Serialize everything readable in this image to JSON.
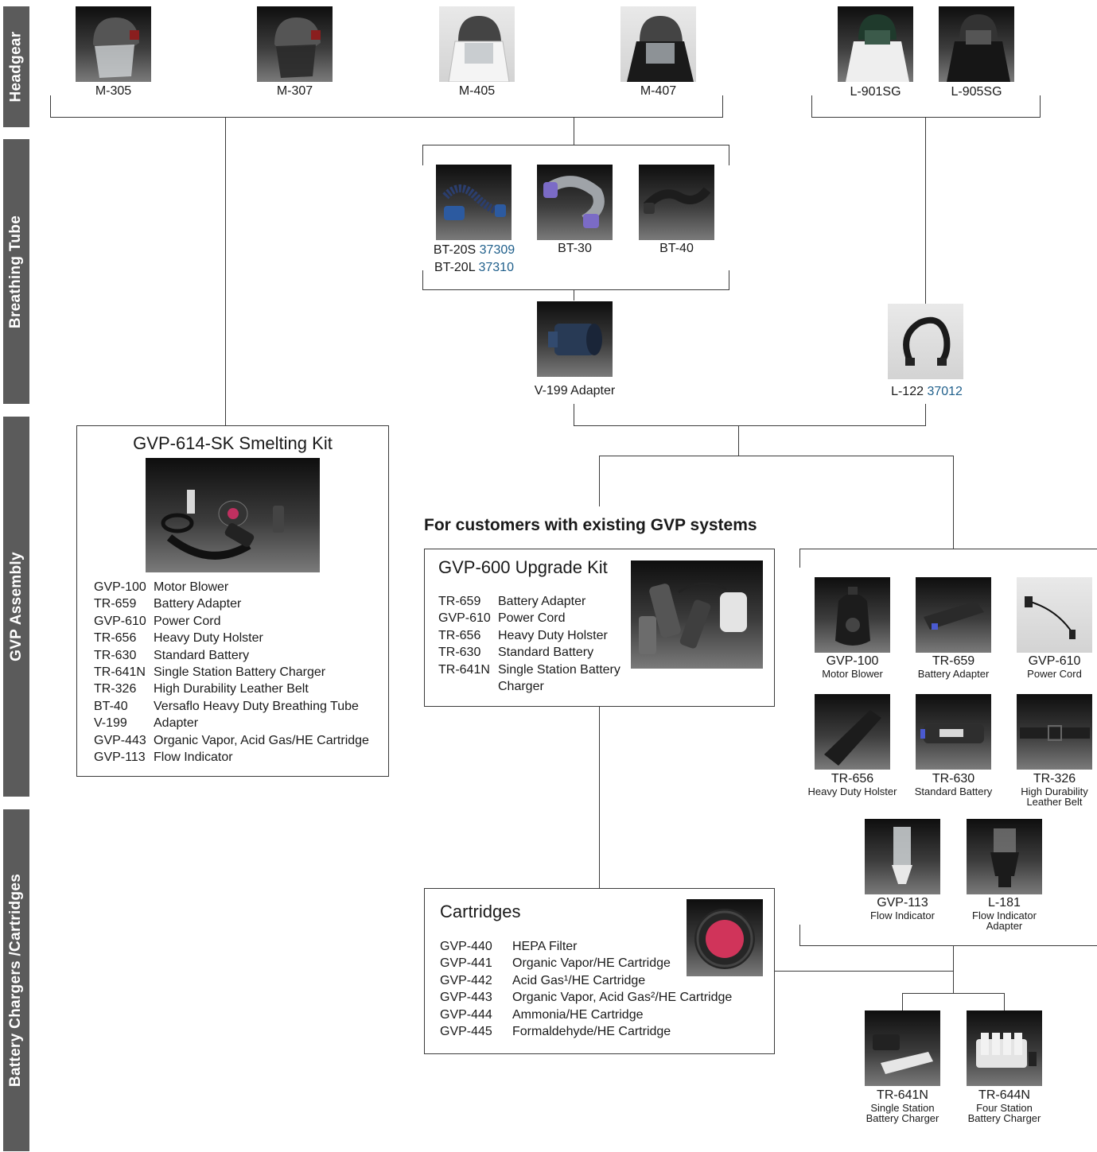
{
  "sections": [
    "Headgear",
    "Breathing Tube",
    "GVP Assembly",
    "Battery Chargers /Cartridges"
  ],
  "headgear": [
    {
      "label": "M-305",
      "icon": "helmet-clear-visor-icon"
    },
    {
      "label": "M-307",
      "icon": "helmet-dark-visor-icon"
    },
    {
      "label": "M-405",
      "icon": "helmet-white-shroud-icon"
    },
    {
      "label": "M-407",
      "icon": "helmet-black-shroud-icon"
    },
    {
      "label": "L-901SG",
      "icon": "hood-white-icon"
    },
    {
      "label": "L-905SG",
      "icon": "hood-black-icon"
    }
  ],
  "breathing_tubes": [
    {
      "label": "BT-20S",
      "number": "37309",
      "label2": "BT-20L",
      "number2": "37310",
      "icon": "blue-breathing-tube-icon"
    },
    {
      "label": "BT-30",
      "icon": "purple-breathing-tube-icon"
    },
    {
      "label": "BT-40",
      "icon": "black-breathing-tube-icon"
    }
  ],
  "adapter": {
    "label": "V-199 Adapter",
    "icon": "tube-adapter-icon"
  },
  "l122": {
    "label": "L-122",
    "number": "37012",
    "icon": "loose-tube-icon"
  },
  "smelting_kit": {
    "title": "GVP-614-SK Smelting Kit",
    "icon": "smelting-kit-components-icon",
    "items": [
      {
        "code": "GVP-100",
        "desc": "Motor Blower"
      },
      {
        "code": "TR-659",
        "desc": "Battery Adapter"
      },
      {
        "code": "GVP-610",
        "desc": "Power Cord"
      },
      {
        "code": "TR-656",
        "desc": "Heavy Duty Holster"
      },
      {
        "code": "TR-630",
        "desc": "Standard Battery"
      },
      {
        "code": "TR-641N",
        "desc": "Single Station Battery Charger"
      },
      {
        "code": "TR-326",
        "desc": "High Durability Leather Belt"
      },
      {
        "code": "BT-40",
        "desc": "Versaflo Heavy Duty Breathing Tube"
      },
      {
        "code": "V-199",
        "desc": "Adapter"
      },
      {
        "code": "GVP-443",
        "desc": "Organic Vapor, Acid Gas/HE Cartridge"
      },
      {
        "code": "GVP-113",
        "desc": "Flow Indicator"
      }
    ]
  },
  "existing_heading": "For customers with existing GVP systems",
  "upgrade_kit": {
    "title": "GVP-600 Upgrade Kit",
    "icon": "upgrade-kit-components-icon",
    "items": [
      {
        "code": "TR-659",
        "desc": "Battery Adapter"
      },
      {
        "code": "GVP-610",
        "desc": "Power Cord"
      },
      {
        "code": "TR-656",
        "desc": "Heavy Duty Holster"
      },
      {
        "code": "TR-630",
        "desc": "Standard Battery"
      },
      {
        "code": "TR-641N",
        "desc": "Single Station Battery",
        "desc2": "Charger"
      }
    ]
  },
  "cartridges": {
    "title": "Cartridges",
    "icon": "cartridge-icon",
    "items": [
      {
        "code": "GVP-440",
        "desc": "HEPA Filter"
      },
      {
        "code": "GVP-441",
        "desc": "Organic Vapor/HE Cartridge"
      },
      {
        "code": "GVP-442",
        "desc": "Acid Gas¹/HE Cartridge"
      },
      {
        "code": "GVP-443",
        "desc": "Organic Vapor, Acid Gas²/HE Cartridge"
      },
      {
        "code": "GVP-444",
        "desc": "Ammonia/HE Cartridge"
      },
      {
        "code": "GVP-445",
        "desc": "Formaldehyde/HE Cartridge"
      }
    ]
  },
  "components": [
    {
      "code": "GVP-100",
      "name": "Motor Blower",
      "icon": "motor-blower-icon"
    },
    {
      "code": "TR-659",
      "name": "Battery Adapter",
      "icon": "battery-adapter-icon"
    },
    {
      "code": "GVP-610",
      "name": "Power Cord",
      "icon": "power-cord-icon"
    },
    {
      "code": "TR-656",
      "name": "Heavy Duty Holster",
      "icon": "holster-icon"
    },
    {
      "code": "TR-630",
      "name": "Standard Battery",
      "icon": "battery-icon"
    },
    {
      "code": "TR-326",
      "name": "High Durability",
      "name2": "Leather Belt",
      "icon": "leather-belt-icon"
    },
    {
      "code": "GVP-113",
      "name": "Flow Indicator",
      "icon": "flow-indicator-icon"
    },
    {
      "code": "L-181",
      "name": "Flow Indicator",
      "name2": "Adapter",
      "icon": "flow-indicator-adapter-icon"
    }
  ],
  "chargers": [
    {
      "code": "TR-641N",
      "name": "Single Station",
      "name2": "Battery Charger",
      "icon": "single-charger-icon"
    },
    {
      "code": "TR-644N",
      "name": "Four Station",
      "name2": "Battery Charger",
      "icon": "four-charger-icon"
    }
  ]
}
